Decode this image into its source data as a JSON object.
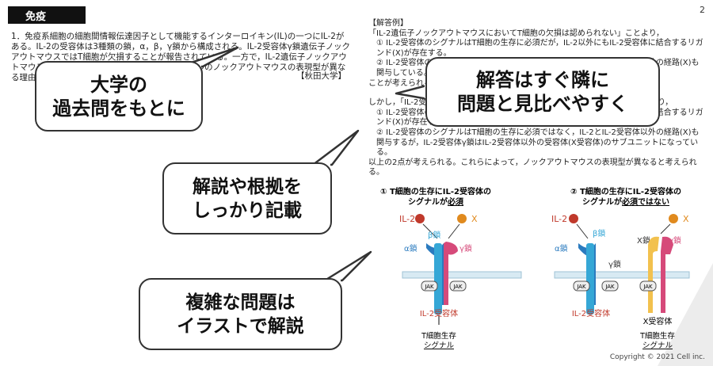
{
  "header": {
    "topic": "免疫",
    "page_number": "2"
  },
  "question": {
    "text": "1．免疫系細胞の細胞間情報伝達因子として機能するインターロイキン(IL)の一つにIL-2がある。IL-2の受容体は3種類の鎖，α，β，γ鎖から構成される。IL-2受容体γ鎖遺伝子ノックアウトマウスではT細胞が欠損することが報告されている。一方で，IL-2遺伝子ノックアウトマウスではT細胞の欠損は認められない。この2つのノックアウトマウスの表現型が異なる理由を説明せよ。",
    "source": "【秋田大学】"
  },
  "answer": {
    "heading": "【解答例】",
    "line1": "「IL-2遺伝子ノックアウトマウスにおいてT細胞の欠損は認められない」ことより，",
    "p1": "① IL-2受容体のシグナルはT細胞の生存に必須だが，IL-2以外にもIL-2受容体に結合するリガンド(X)が存在する。",
    "p2": "② IL-2受容体のシグナルはT細胞の生存に必須ではなく，IL-2とIL-2受容体以外の経路(X)も関与している。",
    "line2": "ことが考えられる。",
    "line3": "しかし，「IL-2受容体γ鎖遺伝子ノックアウトマウスではT細胞が欠損する」ことより，",
    "p3": "① IL-2受容体のシグナルはT細胞の生存に必須だが，IL-2以外にもIL-2受容体に結合するリガンド(X)が存在する。",
    "p4": "② IL-2受容体のシグナルはT細胞の生存に必須ではなく，IL-2とIL-2受容体以外の経路(X)も関与するが，IL-2受容体γ鎖はIL-2受容体以外の受容体(X受容体)のサブユニットになっている。",
    "line4": "以上の2点が考えられる。これらによって，ノックアウトマウスの表現型が異なると考えられる。"
  },
  "callouts": {
    "c1": [
      "大学の",
      "過去問をもとに"
    ],
    "c2": [
      "解答はすぐ隣に",
      "問題と見比べやすく"
    ],
    "c3": [
      "解説や根拠を",
      "しっかり記載"
    ],
    "c4": [
      "複雑な問題は",
      "イラストで解説"
    ]
  },
  "diagram": {
    "left_title_1": "① T細胞の生存にIL-2受容体の",
    "left_title_2": "シグナルが",
    "left_title_emph": "必須",
    "right_title_1": "② T細胞の生存にIL-2受容体の",
    "right_title_2": "シグナルが",
    "right_title_emph": "必須ではない",
    "il2": "IL-2",
    "x": "X",
    "alpha": "α鎖",
    "beta": "β鎖",
    "gamma": "γ鎖",
    "x_chain": "X鎖",
    "jak": "JAK",
    "il2_receptor": "IL-2受容体",
    "x_receptor": "X受容体",
    "signal_1": "T細胞生存",
    "signal_2": "シグナル"
  },
  "colors": {
    "il2_red": "#c0392b",
    "x_orange": "#e08a1e",
    "alpha_blue": "#2b7bbf",
    "beta_cyan": "#35a7d6",
    "gamma_pink": "#d64a7a",
    "membrane": "#9fc3d6"
  },
  "footer": {
    "copyright": "Copyright © 2021 Cell inc."
  }
}
